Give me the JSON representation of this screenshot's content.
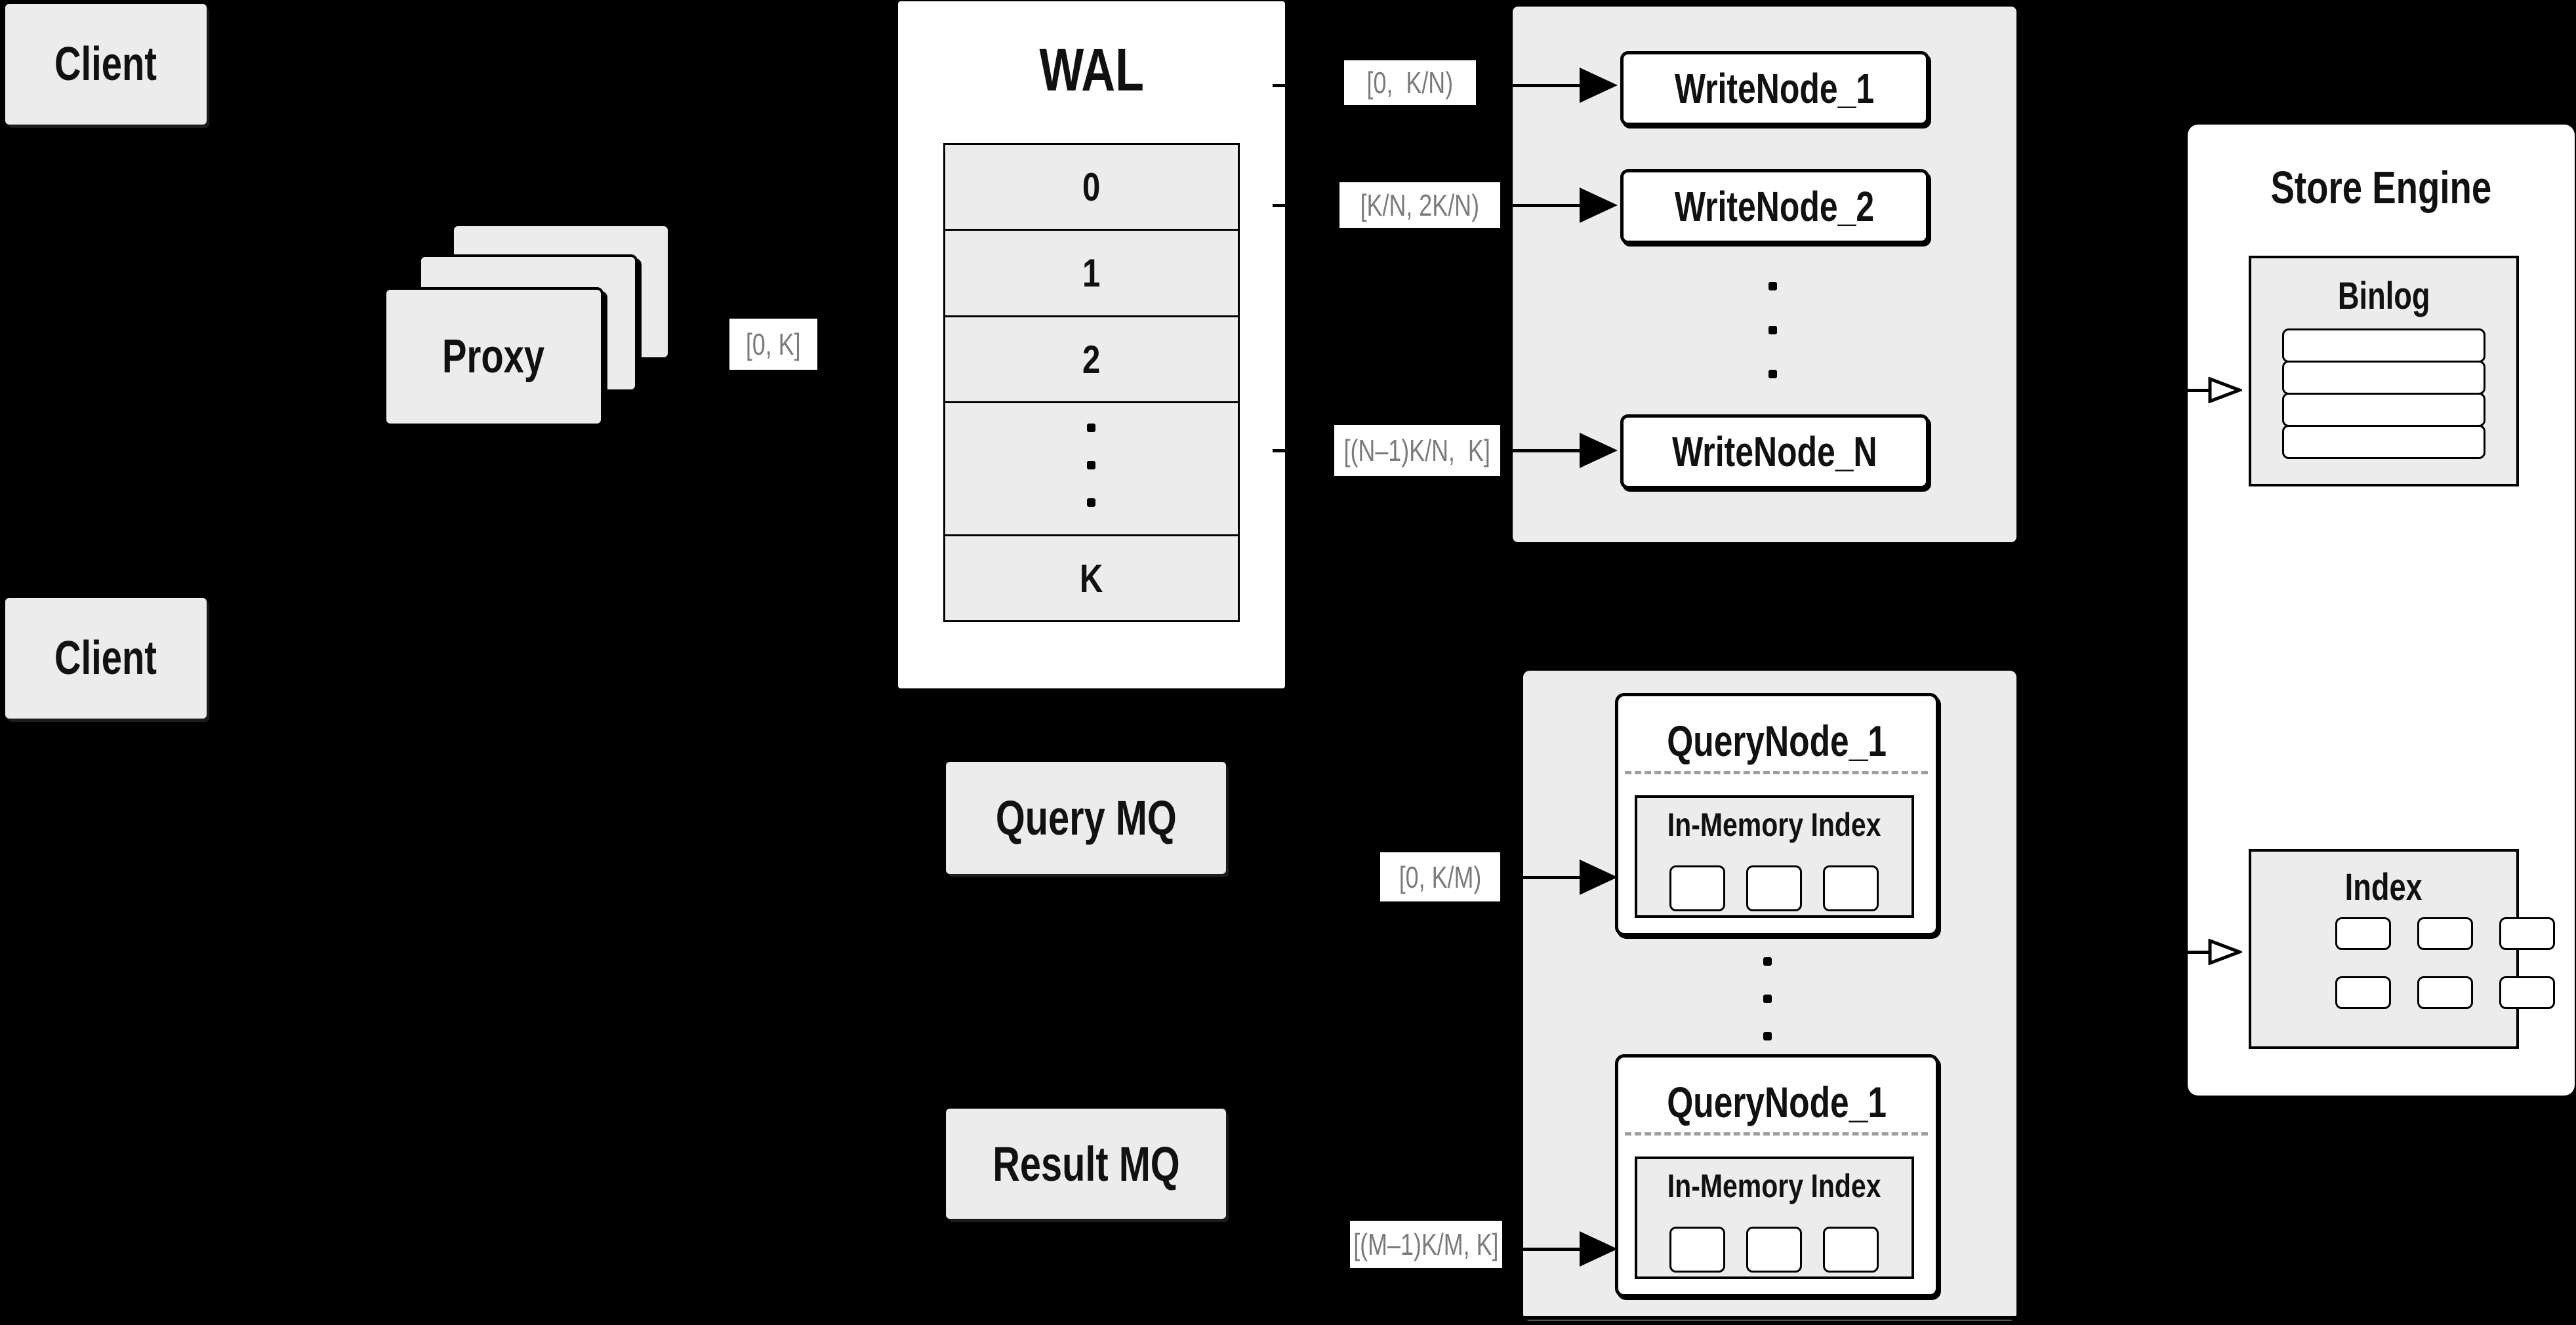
{
  "colors": {
    "background": "#000000",
    "box_gray": "#ececec",
    "panel_white": "#ffffff",
    "line_black": "#000000",
    "label_text_gray": "#7b7b7b",
    "dashed_gray": "#9e9e9e"
  },
  "clients": {
    "top": "Client",
    "bottom": "Client"
  },
  "proxy": {
    "label": "Proxy"
  },
  "ranges": {
    "proxy_wal": "[0, K]",
    "write_1": "[0,  K/N)",
    "write_2": "[K/N, 2K/N)",
    "write_n": "[(N–1)K/N,  K]",
    "query_1": "[0, K/M)",
    "query_m": "[(M–1)K/M, K]"
  },
  "wal": {
    "title": "WAL",
    "segments": [
      "0",
      "1",
      "2"
    ],
    "last": "K"
  },
  "write_nodes": [
    "WriteNode_1",
    "WriteNode_2",
    "WriteNode_N"
  ],
  "mq": {
    "query": "Query MQ",
    "result": "Result MQ"
  },
  "query_nodes": {
    "top": {
      "title": "QueryNode_1",
      "inner": "In-Memory Index"
    },
    "bottom": {
      "title": "QueryNode_1",
      "inner": "In-Memory Index"
    }
  },
  "store": {
    "title": "Store Engine",
    "binlog": "Binlog",
    "index": "Index"
  }
}
